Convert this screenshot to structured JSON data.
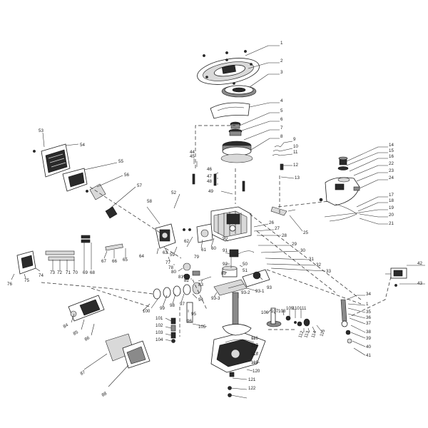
{
  "callouts": [
    {
      "id": "c1",
      "label": "1"
    },
    {
      "id": "c2",
      "label": "2"
    },
    {
      "id": "c3",
      "label": "3"
    },
    {
      "id": "c4",
      "label": "4"
    },
    {
      "id": "c5",
      "label": "5"
    },
    {
      "id": "c6",
      "label": "6"
    },
    {
      "id": "c7",
      "label": "7"
    },
    {
      "id": "c8",
      "label": "8"
    },
    {
      "id": "c9",
      "label": "9"
    },
    {
      "id": "c10",
      "label": "10"
    },
    {
      "id": "c11",
      "label": "11"
    },
    {
      "id": "c12",
      "label": "12"
    },
    {
      "id": "c13",
      "label": "13"
    },
    {
      "id": "c14",
      "label": "14"
    },
    {
      "id": "c15",
      "label": "15"
    },
    {
      "id": "c16",
      "label": "16"
    },
    {
      "id": "c22",
      "label": "22"
    },
    {
      "id": "c23",
      "label": "23"
    },
    {
      "id": "c24",
      "label": "24"
    },
    {
      "id": "c17",
      "label": "17"
    },
    {
      "id": "c18",
      "label": "18"
    },
    {
      "id": "c19",
      "label": "19"
    },
    {
      "id": "c20",
      "label": "20"
    },
    {
      "id": "c21",
      "label": "21"
    },
    {
      "id": "c25",
      "label": "25"
    },
    {
      "id": "c26",
      "label": "26"
    },
    {
      "id": "c27",
      "label": "27"
    },
    {
      "id": "c28",
      "label": "28"
    },
    {
      "id": "c29",
      "label": "29"
    },
    {
      "id": "c30",
      "label": "30"
    },
    {
      "id": "c31",
      "label": "31"
    },
    {
      "id": "c32",
      "label": "32"
    },
    {
      "id": "c33",
      "label": "33"
    },
    {
      "id": "c42",
      "label": "42"
    },
    {
      "id": "c43",
      "label": "43"
    },
    {
      "id": "c34",
      "label": "34"
    },
    {
      "id": "c1b",
      "label": "1"
    },
    {
      "id": "c35",
      "label": "35"
    },
    {
      "id": "c36",
      "label": "36"
    },
    {
      "id": "c37",
      "label": "37"
    },
    {
      "id": "c38",
      "label": "38"
    },
    {
      "id": "c39",
      "label": "39"
    },
    {
      "id": "c40",
      "label": "40"
    },
    {
      "id": "c41",
      "label": "41"
    },
    {
      "id": "c44",
      "label": "44"
    },
    {
      "id": "c45",
      "label": "45"
    },
    {
      "id": "c46",
      "label": "46"
    },
    {
      "id": "c47",
      "label": "47"
    },
    {
      "id": "c48",
      "label": "48"
    },
    {
      "id": "c49",
      "label": "49"
    },
    {
      "id": "c52",
      "label": "52"
    },
    {
      "id": "c53",
      "label": "53"
    },
    {
      "id": "c54",
      "label": "54"
    },
    {
      "id": "c55",
      "label": "55"
    },
    {
      "id": "c56",
      "label": "56"
    },
    {
      "id": "c57",
      "label": "57"
    },
    {
      "id": "c58",
      "label": "58"
    },
    {
      "id": "c59",
      "label": "59"
    },
    {
      "id": "c60",
      "label": "60"
    },
    {
      "id": "c61",
      "label": "61"
    },
    {
      "id": "c62",
      "label": "62"
    },
    {
      "id": "c63",
      "label": "63"
    },
    {
      "id": "c64",
      "label": "64"
    },
    {
      "id": "c65",
      "label": "65"
    },
    {
      "id": "c66",
      "label": "66"
    },
    {
      "id": "c67",
      "label": "67"
    },
    {
      "id": "c68",
      "label": "68"
    },
    {
      "id": "c69",
      "label": "69"
    },
    {
      "id": "c70",
      "label": "70"
    },
    {
      "id": "c71",
      "label": "71"
    },
    {
      "id": "c72",
      "label": "72"
    },
    {
      "id": "c73",
      "label": "73"
    },
    {
      "id": "c74",
      "label": "74"
    },
    {
      "id": "c75",
      "label": "75"
    },
    {
      "id": "c76",
      "label": "76"
    },
    {
      "id": "c77",
      "label": "77"
    },
    {
      "id": "c78",
      "label": "78"
    },
    {
      "id": "c79",
      "label": "79"
    },
    {
      "id": "c80",
      "label": "80"
    },
    {
      "id": "c81",
      "label": "81"
    },
    {
      "id": "c82",
      "label": "82"
    },
    {
      "id": "c83",
      "label": "83"
    },
    {
      "id": "c84",
      "label": "84"
    },
    {
      "id": "c85",
      "label": "85"
    },
    {
      "id": "c86",
      "label": "86"
    },
    {
      "id": "c87",
      "label": "87"
    },
    {
      "id": "c88",
      "label": "88"
    },
    {
      "id": "c89",
      "label": "89"
    },
    {
      "id": "c90",
      "label": "90"
    },
    {
      "id": "c91",
      "label": "91"
    },
    {
      "id": "c92",
      "label": "92"
    },
    {
      "id": "c50",
      "label": "50"
    },
    {
      "id": "c51",
      "label": "51"
    },
    {
      "id": "c93",
      "label": "93"
    },
    {
      "id": "c93_1",
      "label": "93-1"
    },
    {
      "id": "c93_2",
      "label": "93-2"
    },
    {
      "id": "c93_3",
      "label": "93-3"
    },
    {
      "id": "c94",
      "label": "94"
    },
    {
      "id": "c95",
      "label": "95"
    },
    {
      "id": "c96",
      "label": "96"
    },
    {
      "id": "c97",
      "label": "97"
    },
    {
      "id": "c98",
      "label": "98"
    },
    {
      "id": "c99",
      "label": "99"
    },
    {
      "id": "c100",
      "label": "100"
    },
    {
      "id": "c101",
      "label": "101"
    },
    {
      "id": "c102",
      "label": "102"
    },
    {
      "id": "c103",
      "label": "103"
    },
    {
      "id": "c104",
      "label": "104"
    },
    {
      "id": "c105",
      "label": "105"
    },
    {
      "id": "c106",
      "label": "106"
    },
    {
      "id": "c107",
      "label": "107"
    },
    {
      "id": "c108",
      "label": "108"
    },
    {
      "id": "c109",
      "label": "109"
    },
    {
      "id": "c110",
      "label": "110"
    },
    {
      "id": "c111",
      "label": "111"
    },
    {
      "id": "c112",
      "label": "112"
    },
    {
      "id": "c113",
      "label": "113"
    },
    {
      "id": "c114",
      "label": "114"
    },
    {
      "id": "c115",
      "label": "115"
    },
    {
      "id": "c116",
      "label": "116"
    },
    {
      "id": "c117",
      "label": "117"
    },
    {
      "id": "c118",
      "label": "118"
    },
    {
      "id": "c119",
      "label": "119"
    },
    {
      "id": "c120",
      "label": "120"
    },
    {
      "id": "c121",
      "label": "121"
    },
    {
      "id": "c122",
      "label": "122"
    }
  ]
}
